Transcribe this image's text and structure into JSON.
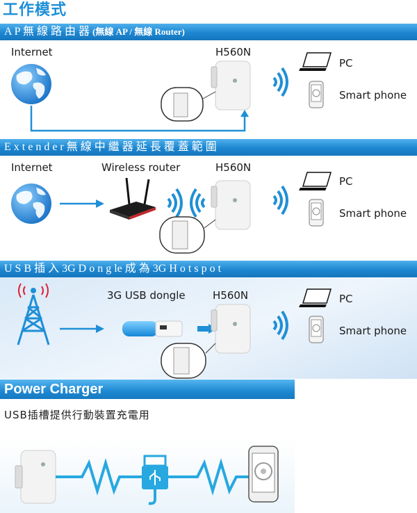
{
  "page": {
    "title": "工作模式"
  },
  "section_ap": {
    "header": "A P  無 線 路 由 器",
    "header_small": "(無線 AP / 無線 Router)",
    "internet_label": "Internet",
    "device_label": "H560N",
    "pc_label": "PC",
    "phone_label": "Smart phone"
  },
  "section_extender": {
    "header": "E x t e n d e r 無 線 中 繼 器 延 長 覆 蓋 範 圍",
    "internet_label": "Internet",
    "router_label": "Wireless router",
    "device_label": "H560N",
    "pc_label": "PC",
    "phone_label": "Smart phone"
  },
  "section_usb": {
    "header": "U S B 插 入 3G  D o n g le 成 為 3G  H o t s p o t",
    "dongle_label": "3G USB dongle",
    "device_label": "H560N",
    "pc_label": "PC",
    "phone_label": "Smart phone"
  },
  "section_power": {
    "header": "Power Charger",
    "description": "USB插槽提供行動裝置充電用"
  },
  "colors": {
    "accent": "#1e8fd8",
    "arrow": "#1f8fd6",
    "cable": "#27a8e0"
  }
}
